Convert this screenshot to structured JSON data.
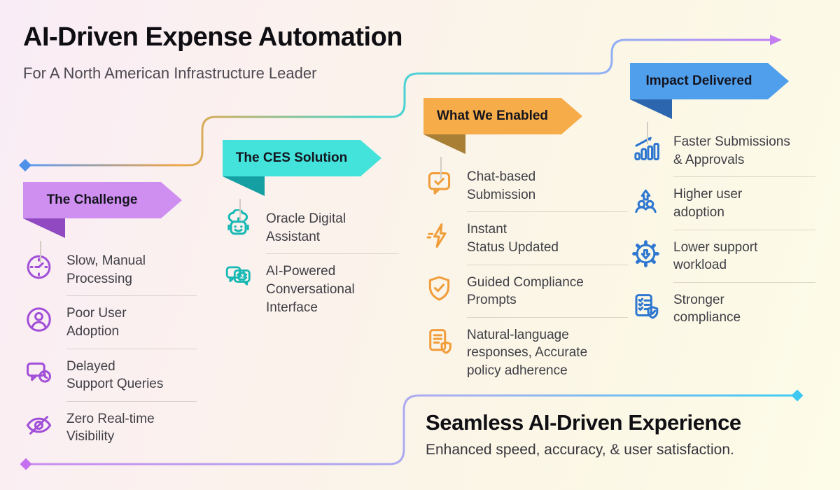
{
  "header": {
    "title": "AI-Driven Expense Automation",
    "subtitle": "For A North American Infrastructure Leader"
  },
  "columns": [
    {
      "label": "The Challenge",
      "banner_color": "#cf8ff1",
      "fold_color": "#9049c1",
      "icon_color": "#a14fd8",
      "items": [
        {
          "icon": "clock-icon",
          "text": "Slow, Manual\nProcessing"
        },
        {
          "icon": "user-icon",
          "text": "Poor User\nAdoption"
        },
        {
          "icon": "chat-clock-icon",
          "text": "Delayed\nSupport Queries"
        },
        {
          "icon": "eye-off-icon",
          "text": "Zero Real-time\nVisibility"
        }
      ]
    },
    {
      "label": "The CES Solution",
      "banner_color": "#43e2da",
      "fold_color": "#149fa3",
      "icon_color": "#16b8b4",
      "items": [
        {
          "icon": "robot-icon",
          "text": "Oracle Digital\nAssistant"
        },
        {
          "icon": "chat-ai-icon",
          "text": "AI-Powered\nConversational\nInterface"
        }
      ]
    },
    {
      "label": "What We Enabled",
      "banner_color": "#f6ac48",
      "fold_color": "#a87f35",
      "icon_color": "#f09d3a",
      "items": [
        {
          "icon": "chat-check-icon",
          "text": "Chat-based\nSubmission"
        },
        {
          "icon": "lightning-icon",
          "text": "Instant\nStatus Updated"
        },
        {
          "icon": "shield-check-icon",
          "text": "Guided Compliance\nPrompts"
        },
        {
          "icon": "doc-shield-icon",
          "text": "Natural-language\nresponses, Accurate\npolicy adherence"
        }
      ]
    },
    {
      "label": "Impact Delivered",
      "banner_color": "#509fec",
      "fold_color": "#2c66ae",
      "icon_color": "#2e77d0",
      "items": [
        {
          "icon": "chart-up-icon",
          "text": "Faster Submissions\n& Approvals"
        },
        {
          "icon": "users-up-icon",
          "text": "Higher user\nadoption"
        },
        {
          "icon": "gear-down-icon",
          "text": "Lower support\nworkload"
        },
        {
          "icon": "checklist-shield-icon",
          "text": "Stronger\ncompliance"
        }
      ]
    }
  ],
  "outcome": {
    "title": "Seamless AI-Driven Experience",
    "subtitle": "Enhanced speed, accuracy, & user satisfaction."
  },
  "connectors": {
    "top_path": {
      "stops": [
        "#5f9cf0",
        "#efa648",
        "#3fd6cd",
        "#8fb4f4",
        "#c07ef2"
      ],
      "start_diamond": "#4f91e8",
      "arrowhead": "#c47ef2"
    },
    "bottom_path": {
      "stops": [
        "#c98df2",
        "#a9aff0",
        "#3fcbf2"
      ],
      "start_diamond": "#c470f0",
      "end_diamond": "#3cc8f0"
    }
  }
}
